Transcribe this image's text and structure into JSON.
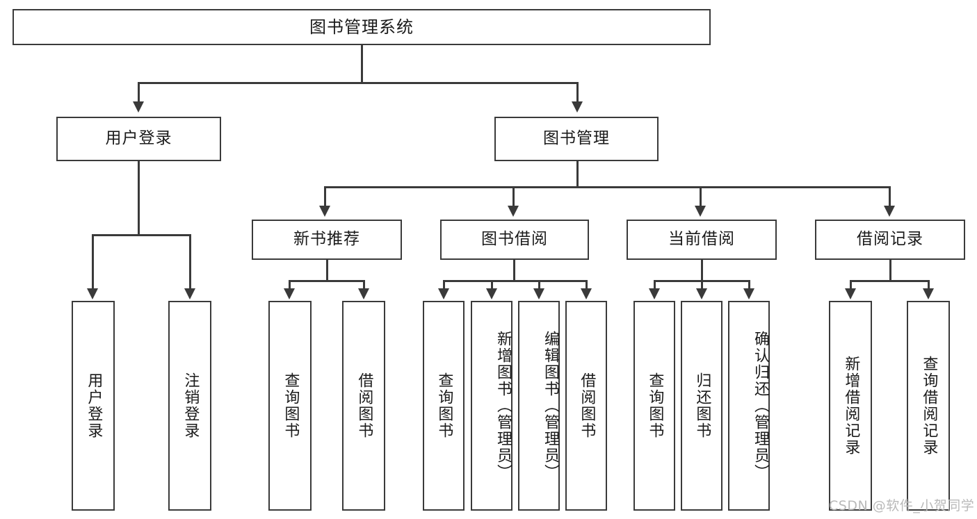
{
  "diagram": {
    "type": "tree",
    "title": "图书管理系统",
    "watermark": "CSDN @软件_小贺同学",
    "colors": {
      "background": "#ffffff",
      "stroke": "#3a3a3a",
      "text": "#1a1a1a",
      "watermark": "#b9b9b9"
    },
    "root": {
      "label": "图书管理系统"
    },
    "level1": [
      {
        "label": "用户登录"
      },
      {
        "label": "图书管理"
      }
    ],
    "level2": [
      {
        "label": "新书推荐"
      },
      {
        "label": "图书借阅"
      },
      {
        "label": "当前借阅"
      },
      {
        "label": "借阅记录"
      }
    ],
    "leaves": {
      "user_login": [
        {
          "label": "用户登录"
        },
        {
          "label": "注销登录"
        }
      ],
      "new_book": [
        {
          "label": "查询图书"
        },
        {
          "label": "借阅图书"
        }
      ],
      "borrow_book": [
        {
          "label": "查询图书"
        },
        {
          "label": "新增图书（管理员）"
        },
        {
          "label": "编辑图书（管理员）"
        },
        {
          "label": "借阅图书"
        }
      ],
      "current_borrow": [
        {
          "label": "查询图书"
        },
        {
          "label": "归还图书"
        },
        {
          "label": "确认归还（管理员）"
        }
      ],
      "borrow_record": [
        {
          "label": "新增借阅记录"
        },
        {
          "label": "查询借阅记录"
        }
      ]
    }
  }
}
